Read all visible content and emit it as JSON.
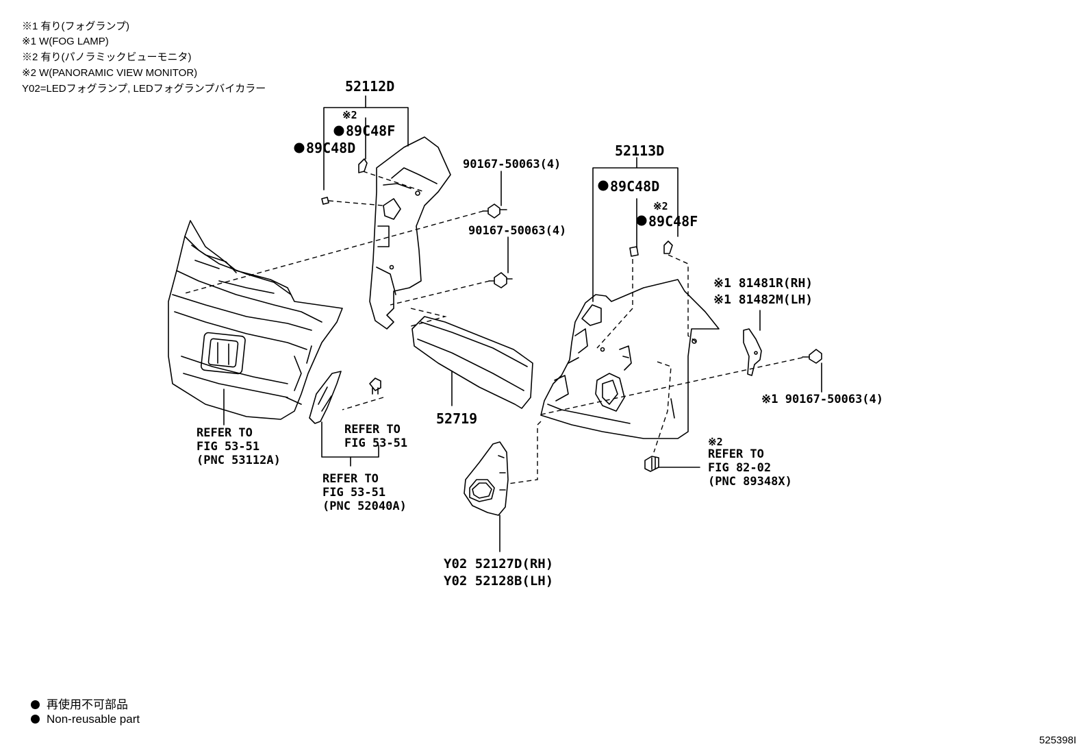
{
  "notes": [
    "※1 有り(フォグランプ)",
    "※1 W(FOG LAMP)",
    "※2 有り(パノラミックビューモニタ)",
    "※2 W(PANORAMIC VIEW MONITOR)",
    "Y02=LEDフォグランプ, LEDフォグランプバイカラー"
  ],
  "labels": {
    "p52112D": "52112D",
    "mark2_a": "※2",
    "p89C48F_a": "89C48F",
    "p89C48D_a": "89C48D",
    "screw_a": "90167-50063(4)",
    "screw_b": "90167-50063(4)",
    "p52113D": "52113D",
    "p89C48D_b": "89C48D",
    "mark2_b": "※2",
    "p89C48F_b": "89C48F",
    "p81481R": "※1 81481R(RH)",
    "p81482M": "※1 81482M(LH)",
    "screw_c": "※1 90167-50063(4)",
    "p52719": "52719",
    "refer_a": [
      "REFER TO",
      "FIG 53-51",
      "(PNC 53112A)"
    ],
    "refer_b": [
      "REFER TO",
      "FIG 53-51"
    ],
    "refer_c": [
      "REFER TO",
      "FIG 53-51",
      "(PNC 52040A)"
    ],
    "mark2_c": "※2",
    "refer_d": [
      "REFER TO",
      "FIG 82-02",
      "(PNC 89348X)"
    ],
    "p52127D": "Y02 52127D(RH)",
    "p52128B": "Y02 52128B(LH)"
  },
  "legend": {
    "line1": "再使用不可部品",
    "line2": "Non-reusable part"
  },
  "figure_id": "525398I"
}
